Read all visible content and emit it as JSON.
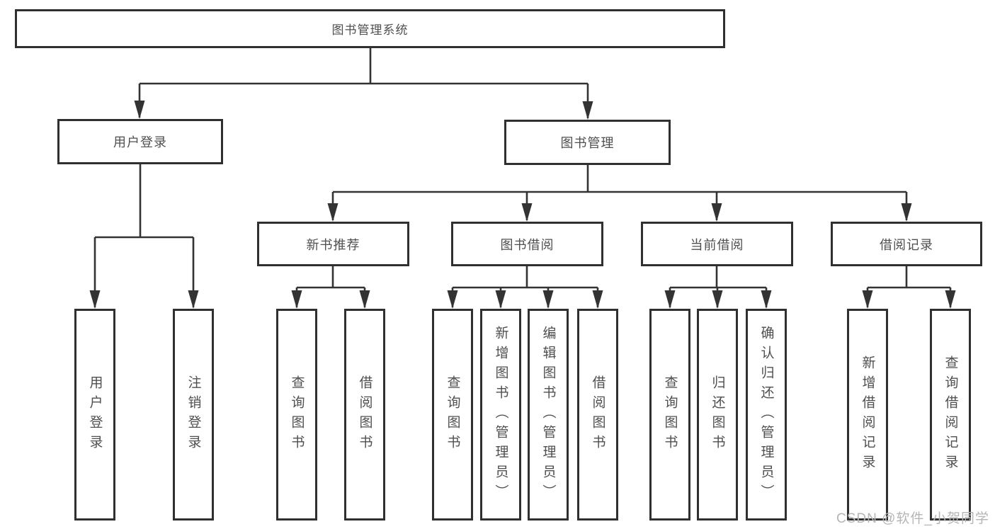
{
  "diagram": {
    "title_node": {
      "label": "图书管理系统"
    },
    "level2": [
      {
        "label": "用户登录"
      },
      {
        "label": "图书管理"
      }
    ],
    "level3": [
      {
        "label": "新书推荐"
      },
      {
        "label": "图书借阅"
      },
      {
        "label": "当前借阅"
      },
      {
        "label": "借阅记录"
      }
    ],
    "leaves": [
      {
        "label": "用户登录"
      },
      {
        "label": "注销登录"
      },
      {
        "label": "查询图书"
      },
      {
        "label": "借阅图书"
      },
      {
        "label": "查询图书"
      },
      {
        "label": "新增图书（管理员）"
      },
      {
        "label": "编辑图书（管理员）"
      },
      {
        "label": "借阅图书"
      },
      {
        "label": "查询图书"
      },
      {
        "label": "归还图书"
      },
      {
        "label": "确认归还（管理员）"
      },
      {
        "label": "新增借阅记录"
      },
      {
        "label": "查询借阅记录"
      }
    ],
    "colors": {
      "line": "#333333",
      "box_border": "#303030",
      "text": "#4f4f4f",
      "watermark": "#b5b5b5"
    },
    "watermark": "CSDN @软件_小贺同学"
  }
}
